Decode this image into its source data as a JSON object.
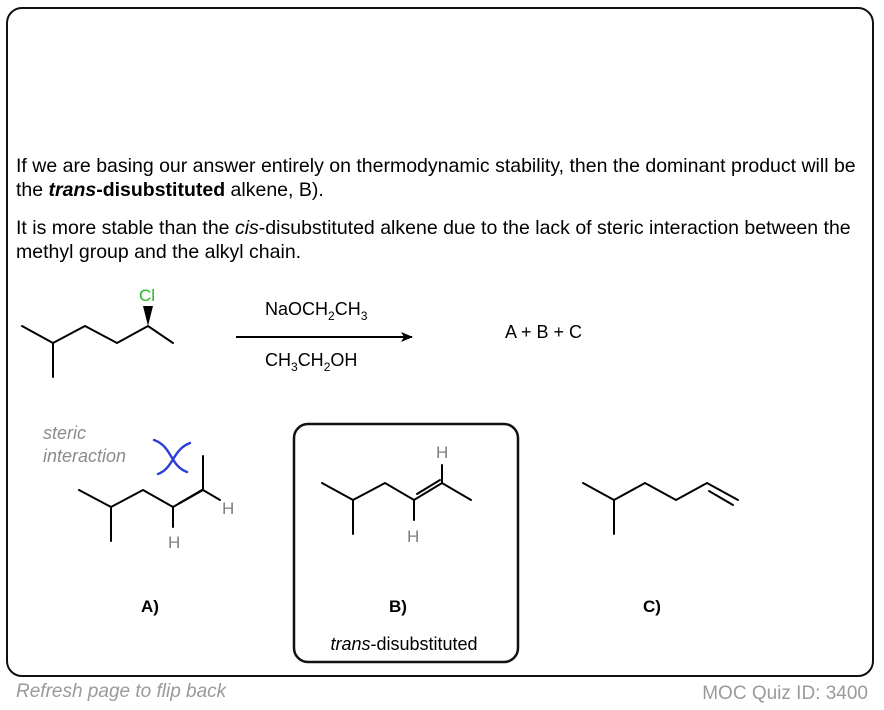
{
  "paragraph1": {
    "part1": "If we are basing our answer entirely on thermodynamic stability, then the dominant product will be the ",
    "emph_italic": "trans",
    "emph_bold": "-disubstituted",
    "part2": " alkene, B)."
  },
  "paragraph2": {
    "part1": "It is more stable than the ",
    "italic": "cis",
    "part2": "-disubstituted alkene due to the lack of steric interaction between the methyl group and the alkyl chain."
  },
  "reaction": {
    "atom_cl": "Cl",
    "reagent_above": {
      "base": "NaOCH",
      "sub1": "2",
      "mid": "CH",
      "sub2": "3"
    },
    "reagent_below": {
      "a": "CH",
      "sub1": "3",
      "b": "CH",
      "sub2": "2",
      "c": "OH"
    },
    "products": "A + B + C"
  },
  "annotation": {
    "line1": "steric",
    "line2": "interaction"
  },
  "hydrogen": "H",
  "labels": {
    "a": "A)",
    "b": "B)",
    "c": "C)"
  },
  "caption": {
    "italic": "trans",
    "rest": "-disubstituted"
  },
  "footer": {
    "left": "Refresh page to flip back",
    "right": "MOC Quiz ID: 3400"
  },
  "colors": {
    "chlorine": "#22bb22",
    "steric_arrow": "#2a3fd6",
    "annotation_gray": "#8c8c8c",
    "hydrogen_gray": "#808080"
  }
}
